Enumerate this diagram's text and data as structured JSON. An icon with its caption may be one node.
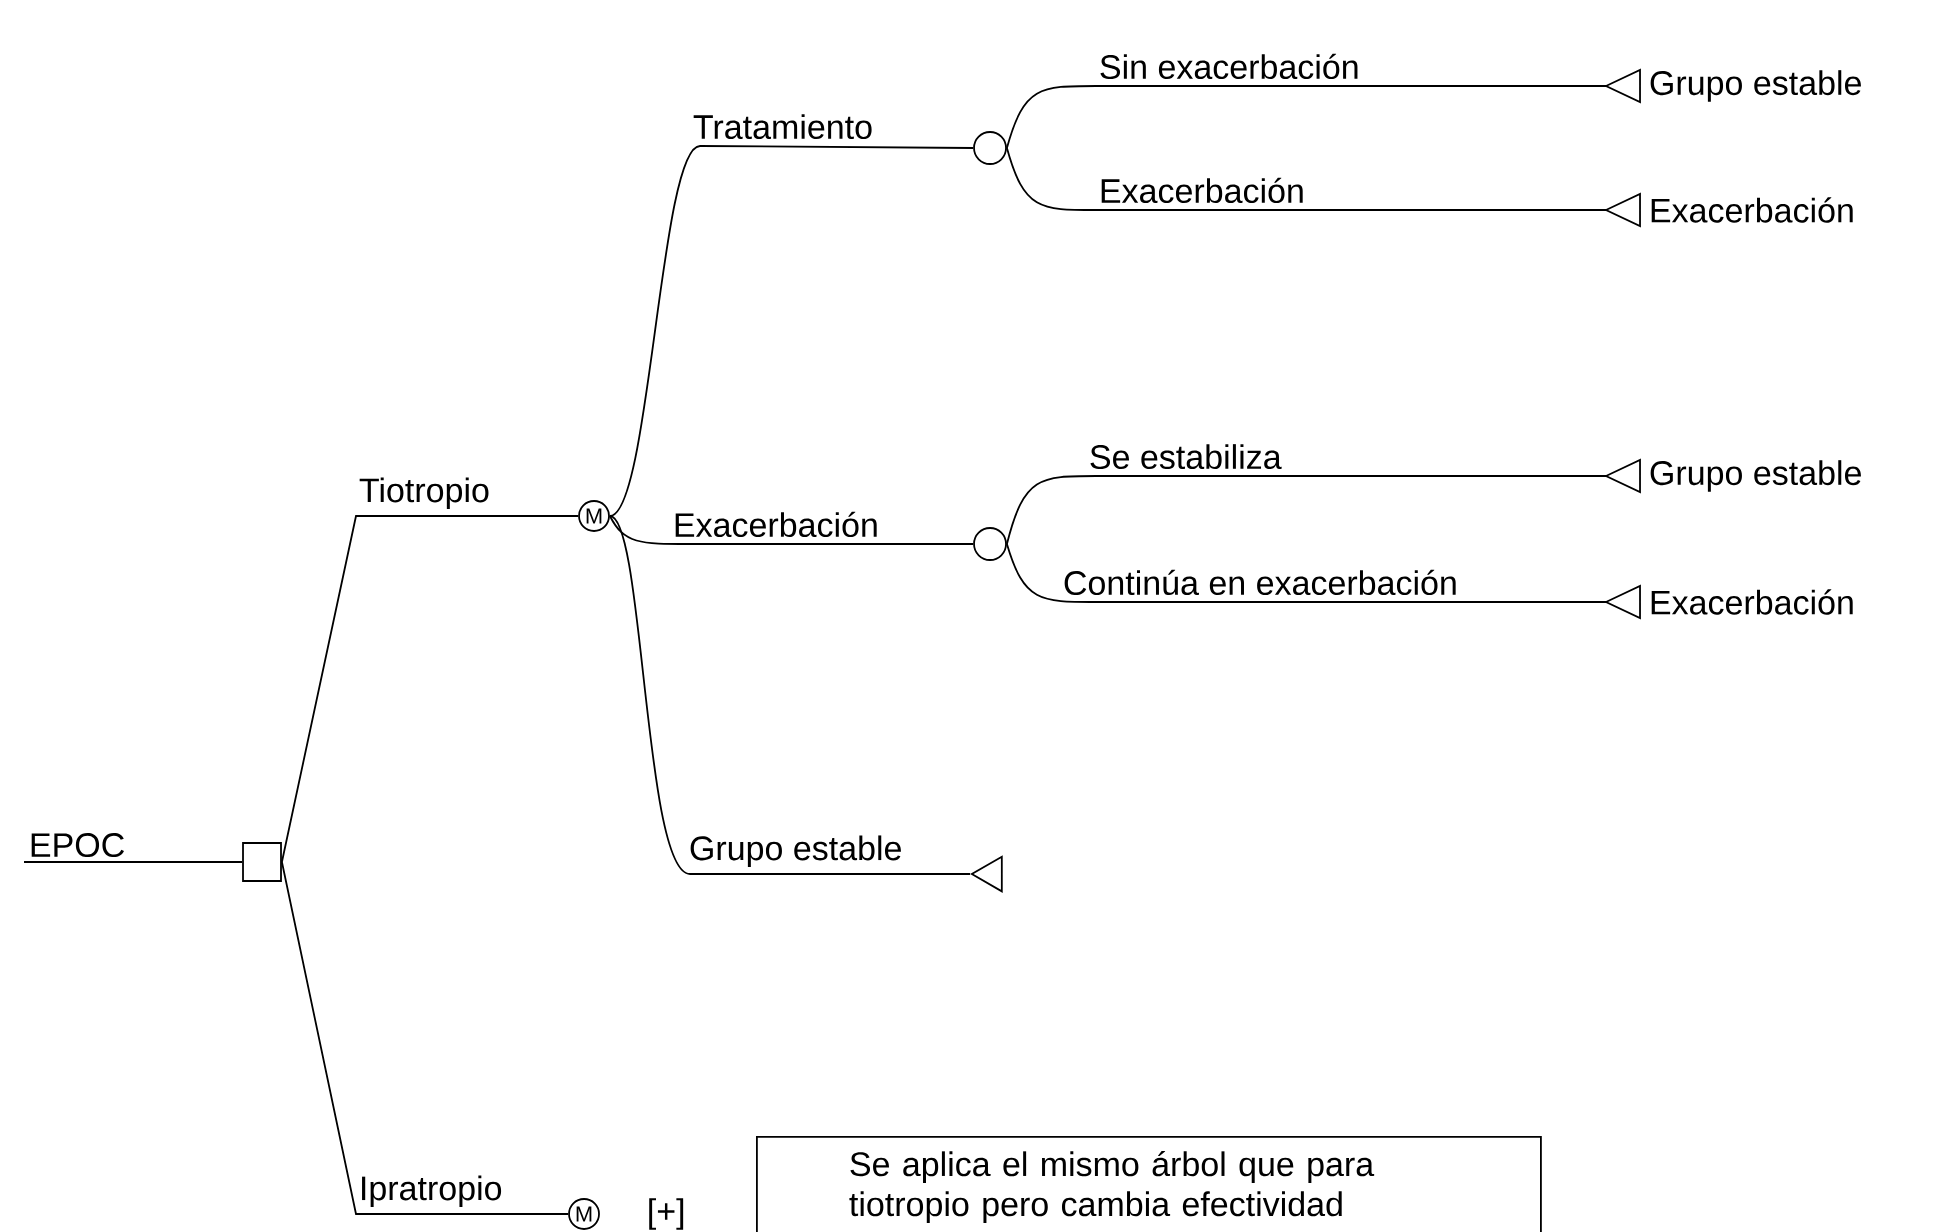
{
  "diagram": {
    "nodes": [
      {
        "text": [
          "EPOC"
        ]
      },
      {
        "text": [],
        "shape": "box"
      },
      {
        "text": [
          "M"
        ]
      },
      {
        "text": [
          "M"
        ],
        "beside": [
          "[+]"
        ]
      },
      {
        "text": [],
        "shape": "circle"
      },
      {
        "text": [],
        "shape": "circle"
      },
      {
        "text": [],
        "shape": "triangle"
      },
      {
        "text": [
          "Grupo estable"
        ]
      },
      {
        "text": [
          "Exacerbación"
        ]
      },
      {
        "text": [
          "Grupo estable"
        ]
      },
      {
        "text": [
          "Exacerbación"
        ]
      },
      {
        "text": [
          "Se aplica el mismo árbol que para tiotropio pero cambia efectividad"
        ]
      }
    ],
    "edges": [
      {
        "from": 0,
        "to": 1,
        "arrow": "none"
      },
      {
        "from": 1,
        "to": 2,
        "arrow": "none",
        "label": "Tiotropio"
      },
      {
        "from": 1,
        "to": 3,
        "arrow": "none",
        "label": "Ipratropio"
      },
      {
        "from": 2,
        "to": 4,
        "arrow": "none",
        "label": "Tratamiento"
      },
      {
        "from": 2,
        "to": 5,
        "arrow": "none",
        "label": "Exacerbación"
      },
      {
        "from": 2,
        "to": 6,
        "arrow": "none",
        "label": "Grupo estable"
      },
      {
        "from": 4,
        "to": 7,
        "arrow": "none",
        "label": "Sin exacerbación"
      },
      {
        "from": 4,
        "to": 8,
        "arrow": "none",
        "label": "Exacerbación"
      },
      {
        "from": 5,
        "to": 9,
        "arrow": "none",
        "label": "Se estabiliza"
      },
      {
        "from": 5,
        "to": 10,
        "arrow": "none",
        "label": "Continúa en exacerbación"
      }
    ]
  }
}
